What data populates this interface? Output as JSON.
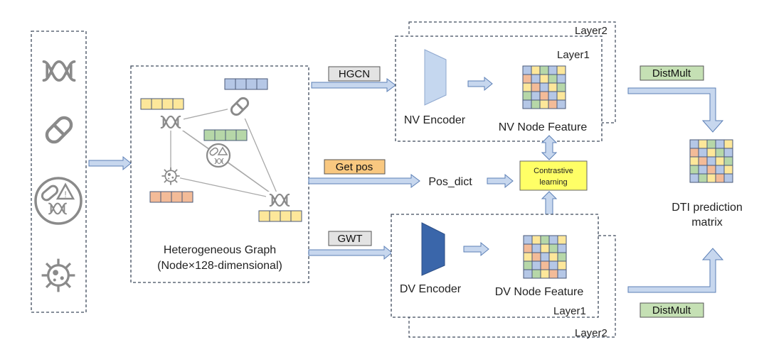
{
  "colors": {
    "arrow_fill": "#c7d7ee",
    "arrow_stroke": "#5b7fb6",
    "box_border": "#3f4a5c",
    "blue_cell": "#b5c7e6",
    "yellow_cell": "#fde79a",
    "green_cell": "#b6d7a8",
    "orange_cell": "#f3bb98",
    "gray_tag": "#e3e3e3",
    "green_tag": "#c5e0b4",
    "orange_tag": "#f9c880",
    "contrastive_box": "#ffff66",
    "nv_encoder": "#c5d7ef",
    "dv_encoder": "#3a66aa"
  },
  "icons": [
    "dna-icon",
    "pill-icon",
    "drug-side-effect-icon",
    "virus-icon"
  ],
  "graph": {
    "title_line1": "Heterogeneous Graph",
    "title_line2": "(Node×128-dimensional)"
  },
  "edges": {
    "hgcn": "HGCN",
    "get_pos": "Get pos",
    "gwt": "GWT",
    "distmult_top": "DistMult",
    "distmult_bottom": "DistMult"
  },
  "nv_branch": {
    "layer2": "Layer2",
    "layer1": "Layer1",
    "encoder": "NV Encoder",
    "feature": "NV Node Feature"
  },
  "dv_branch": {
    "layer1": "Layer1",
    "layer2": "Layer2",
    "encoder": "DV Encoder",
    "feature": "DV Node Feature"
  },
  "pos_dict": "Pos_dict",
  "contrastive": {
    "line1": "Contrastive",
    "line2": "learning"
  },
  "output": {
    "line1": "DTI prediction",
    "line2": "matrix"
  }
}
